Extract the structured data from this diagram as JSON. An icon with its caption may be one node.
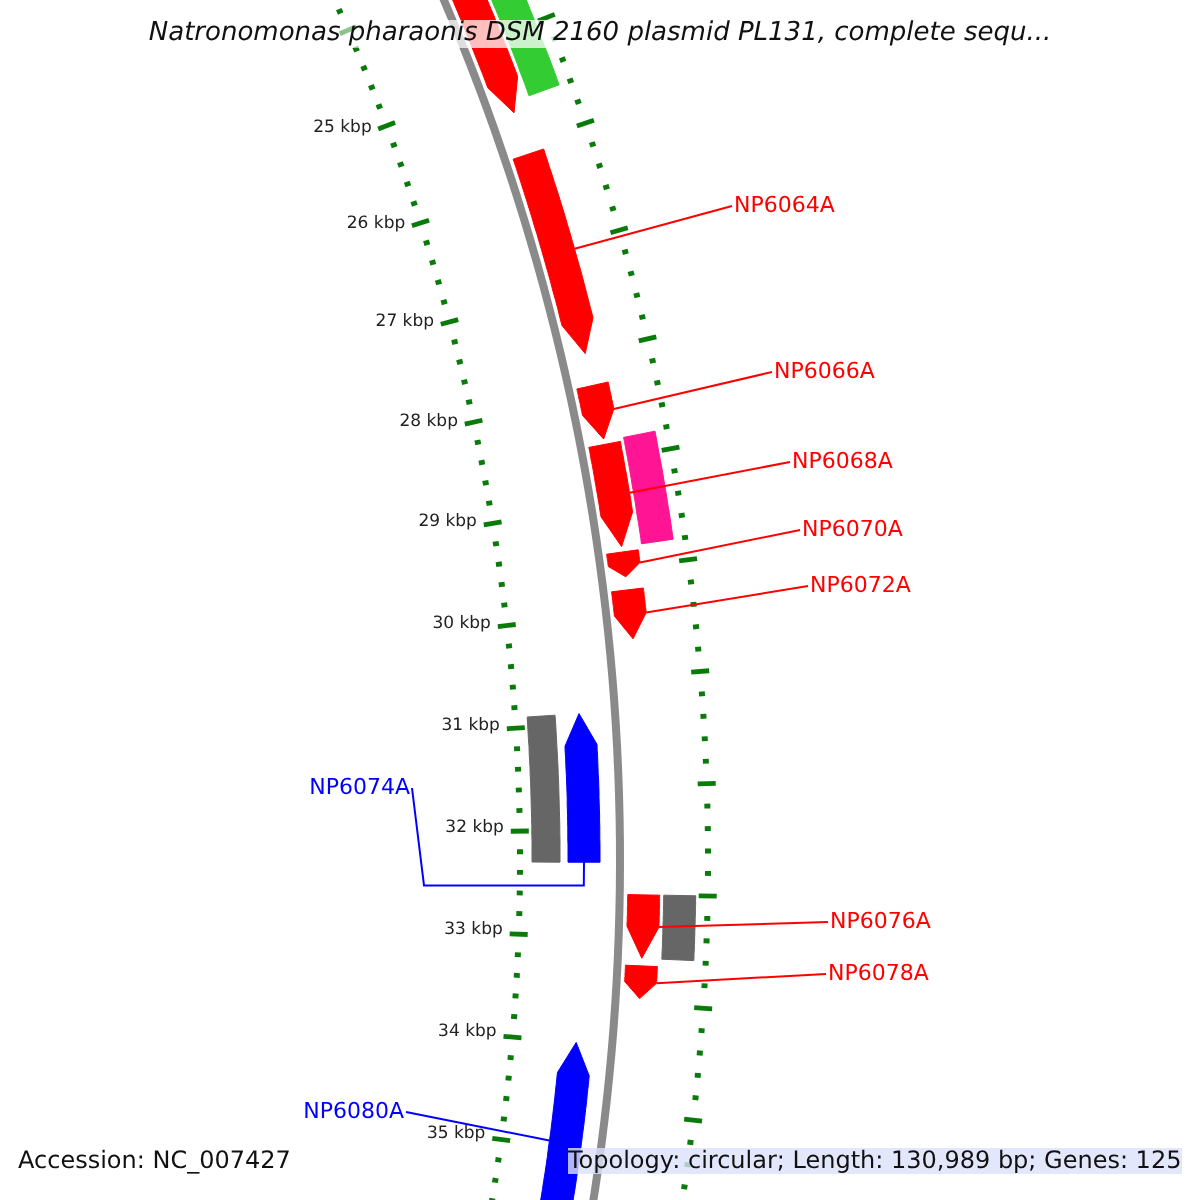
{
  "diagram": {
    "title": "Natronomonas pharaonis DSM 2160 plasmid PL131, complete sequ...",
    "nodes": [
      {
        "text": [
          "NP6064A"
        ]
      },
      {
        "text": [
          "NP6066A"
        ]
      },
      {
        "text": [
          "NP6068A"
        ]
      },
      {
        "text": [
          "NP6070A"
        ]
      },
      {
        "text": [
          "NP6072A"
        ]
      },
      {
        "text": [
          "NP6074A"
        ]
      },
      {
        "text": [
          "NP6076A"
        ]
      },
      {
        "text": [
          "NP6078A"
        ]
      },
      {
        "text": [
          "NP6080A"
        ]
      },
      {
        "text": [],
        "shape": "bar"
      },
      {
        "text": [],
        "shape": "bar"
      },
      {
        "text": [],
        "shape": "bar"
      },
      {
        "text": [],
        "shape": "bar"
      },
      {
        "text": [],
        "shape": "bar"
      },
      {
        "text": [],
        "shape": "bar"
      },
      {
        "text": [],
        "shape": "bar"
      },
      {
        "text": [],
        "shape": "bar"
      },
      {
        "text": [],
        "shape": "bar"
      },
      {
        "text": [],
        "shape": "box"
      }
    ],
    "edges": [
      {
        "from": 0,
        "to": 9,
        "arrow": "none"
      },
      {
        "from": 1,
        "to": 10,
        "arrow": "none"
      },
      {
        "from": 2,
        "to": 11,
        "arrow": "none"
      },
      {
        "from": 3,
        "to": 12,
        "arrow": "none"
      },
      {
        "from": 4,
        "to": 13,
        "arrow": "none"
      },
      {
        "from": 5,
        "to": 14,
        "arrow": "none",
        "color": "#0000ff"
      },
      {
        "from": 6,
        "to": 15,
        "arrow": "none"
      },
      {
        "from": 7,
        "to": 16,
        "arrow": "none"
      },
      {
        "from": 8,
        "to": 17,
        "arrow": "none",
        "color": "#0000ff"
      }
    ],
    "labels": [
      "25 kbp",
      "26 kbp",
      "27 kbp",
      "28 kbp",
      "29 kbp",
      "30 kbp",
      "31 kbp",
      "32 kbp",
      "33 kbp",
      "34 kbp",
      "35 kbp",
      "Accession: NC_007427",
      "Topology: circular; Length: 130,989 bp; Genes: 125"
    ]
  }
}
